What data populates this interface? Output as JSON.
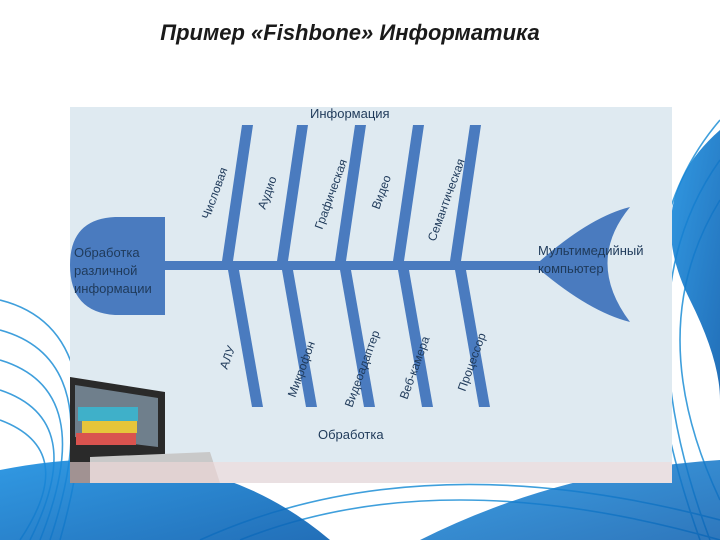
{
  "slide": {
    "title": "Пример «Fishbone» Информатика"
  },
  "fishbone": {
    "top_group_label": "Информация",
    "bottom_group_label": "Обработка",
    "head_label": "Мультимедийный компьютер",
    "head_label_line1": "Мультимедийный",
    "head_label_line2": "компьютер",
    "tail_label_line1": "Обработка",
    "tail_label_line2": "различной",
    "tail_label_line3": "информации",
    "top_bones": [
      "Числовая",
      "Аудио",
      "Графическая",
      "Видео",
      "Семантическая"
    ],
    "bottom_bones": [
      "АЛУ",
      "Микрофон",
      "Видеоадаптер",
      "Веб-камера",
      "Процессор"
    ]
  },
  "colors": {
    "bone": "#4a7bbf",
    "diagram_bg": "#dfeaf1",
    "label": "#1f3a5a",
    "swirl": "#1e8fd6"
  }
}
